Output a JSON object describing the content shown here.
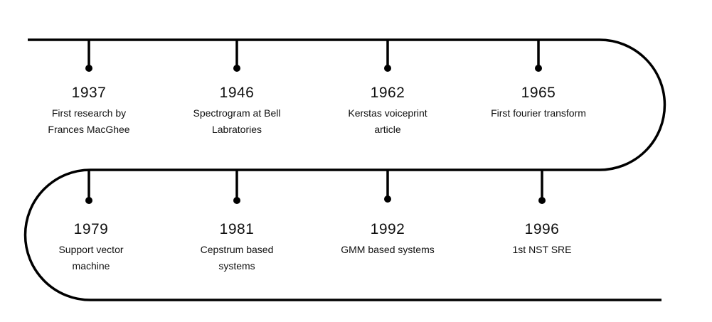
{
  "colors": {
    "line": "#000000",
    "text": "#111111",
    "background": "#ffffff"
  },
  "timeline": {
    "row1": [
      {
        "year": "1937",
        "description": "First research by Frances MacGhee"
      },
      {
        "year": "1946",
        "description": "Spectrogram at Bell Labratories"
      },
      {
        "year": "1962",
        "description": "Kerstas voiceprint article"
      },
      {
        "year": "1965",
        "description": "First fourier transform"
      }
    ],
    "row2": [
      {
        "year": "1979",
        "description": "Support vector machine"
      },
      {
        "year": "1981",
        "description": "Cepstrum based systems"
      },
      {
        "year": "1992",
        "description": "GMM based systems"
      },
      {
        "year": "1996",
        "description": "1st NST SRE"
      }
    ]
  }
}
